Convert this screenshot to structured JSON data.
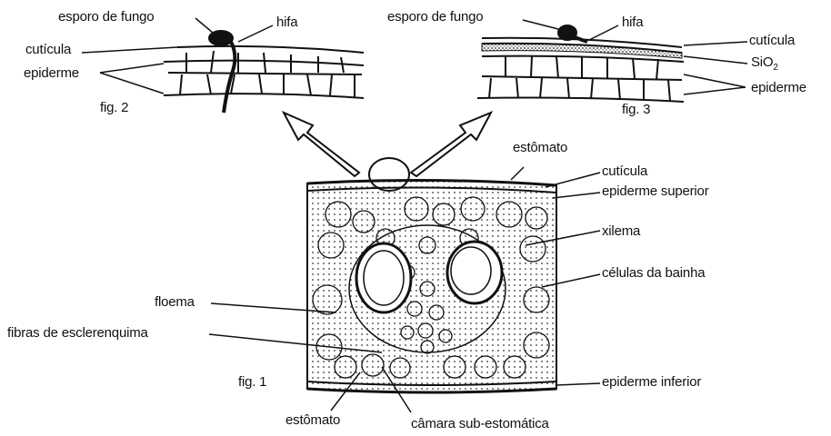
{
  "labels": {
    "fig2_spore": "esporo de fungo",
    "fig2_hypha": "hifa",
    "fig2_cuticle": "cutícula",
    "fig2_epidermis": "epiderme",
    "fig2_caption": "fig. 2",
    "fig3_spore": "esporo de fungo",
    "fig3_hypha": "hifa",
    "fig3_cuticle": "cutícula",
    "fig3_silica_base": "SiO",
    "fig3_silica_sub": "2",
    "fig3_epidermis": "epiderme",
    "fig3_caption": "fig. 3",
    "fig1_stomata_top": "estômato",
    "fig1_cuticle": "cutícula",
    "fig1_upper_epidermis": "epiderme superior",
    "fig1_xylem": "xilema",
    "fig1_sheath_cells": "células da bainha",
    "fig1_phloem": "floema",
    "fig1_sclerenchyma": "fibras de esclerenquima",
    "fig1_caption": "fig. 1",
    "fig1_lower_epidermis": "epiderme inferior",
    "fig1_stomata_bottom": "estômato",
    "fig1_substomatal": "câmara sub-estomática"
  }
}
